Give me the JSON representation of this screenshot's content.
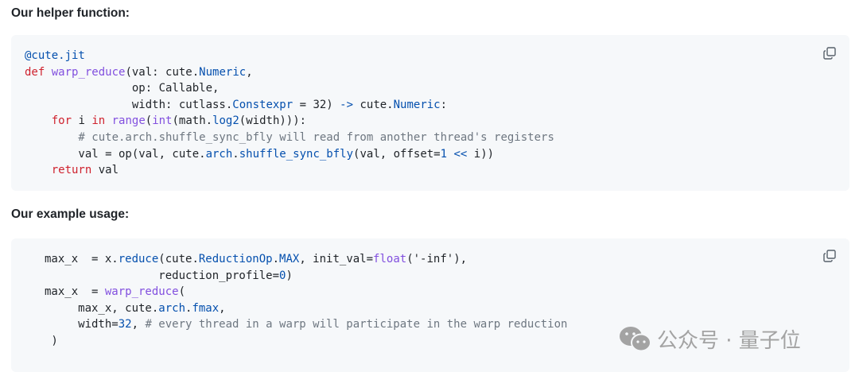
{
  "headings": {
    "helper": "Our helper function:",
    "usage": "Our example usage:"
  },
  "colors": {
    "keyword": "#cf222e",
    "function": "#8250df",
    "builtin": "#0550ae",
    "comment": "#6e7781",
    "code_bg": "#f6f8fa"
  },
  "icons": {
    "copy": "copy-icon",
    "wechat": "wechat-icon"
  },
  "watermark": "公众号 · 量子位",
  "helper_code": [
    [
      [
        "@cute.jit",
        "b"
      ]
    ],
    [
      [
        "def",
        "k"
      ],
      [
        " ",
        ""
      ],
      [
        "warp_reduce",
        "f"
      ],
      [
        "(val: cute.",
        ""
      ],
      [
        "Numeric",
        "b"
      ],
      [
        ",",
        ""
      ]
    ],
    [
      [
        "                op: Callable,",
        ""
      ]
    ],
    [
      [
        "                width: cutlass.",
        ""
      ],
      [
        "Constexpr",
        "b"
      ],
      [
        " = 32) ",
        ""
      ],
      [
        "->",
        "b"
      ],
      [
        " cute.",
        ""
      ],
      [
        "Numeric",
        "b"
      ],
      [
        ":",
        ""
      ]
    ],
    [
      [
        "    ",
        ""
      ],
      [
        "for",
        "k"
      ],
      [
        " i ",
        ""
      ],
      [
        "in",
        "k"
      ],
      [
        " ",
        ""
      ],
      [
        "range",
        "f"
      ],
      [
        "(",
        ""
      ],
      [
        "int",
        "f"
      ],
      [
        "(math.",
        ""
      ],
      [
        "log2",
        "b"
      ],
      [
        "(width))):",
        ""
      ]
    ],
    [
      [
        "        # cute.arch.shuffle_sync_bfly will read from another thread's registers",
        "c"
      ]
    ],
    [
      [
        "        val = op(val, cute.",
        ""
      ],
      [
        "arch",
        "b"
      ],
      [
        ".",
        ""
      ],
      [
        "shuffle_sync_bfly",
        "b"
      ],
      [
        "(val, offset=",
        ""
      ],
      [
        "1",
        "b"
      ],
      [
        " ",
        ""
      ],
      [
        "<<",
        "b"
      ],
      [
        " i))",
        ""
      ]
    ],
    [
      [
        "    ",
        ""
      ],
      [
        "return",
        "k"
      ],
      [
        " val",
        ""
      ]
    ]
  ],
  "usage_code": [
    [
      [
        "max_x  = x.",
        ""
      ],
      [
        "reduce",
        "b"
      ],
      [
        "(cute.",
        ""
      ],
      [
        "ReductionOp",
        "b"
      ],
      [
        ".",
        ""
      ],
      [
        "MAX",
        "b"
      ],
      [
        ", init_val=",
        ""
      ],
      [
        "float",
        "f"
      ],
      [
        "('-inf'),",
        ""
      ]
    ],
    [
      [
        "                 reduction_profile=",
        ""
      ],
      [
        "0",
        "b"
      ],
      [
        ")",
        ""
      ]
    ],
    [
      [
        "max_x  = ",
        ""
      ],
      [
        "warp_reduce",
        "f"
      ],
      [
        "(",
        ""
      ]
    ],
    [
      [
        "     max_x, cute.",
        ""
      ],
      [
        "arch",
        "b"
      ],
      [
        ".",
        ""
      ],
      [
        "fmax",
        "b"
      ],
      [
        ",",
        ""
      ]
    ],
    [
      [
        "     width=",
        ""
      ],
      [
        "32",
        "b"
      ],
      [
        ", ",
        ""
      ],
      [
        "# every thread in a warp will participate in the warp reduction",
        "c"
      ]
    ],
    [
      [
        " )",
        ""
      ]
    ]
  ]
}
